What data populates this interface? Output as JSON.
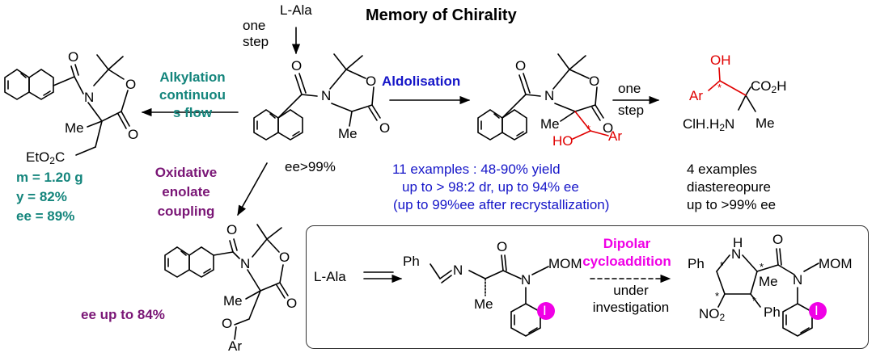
{
  "title": "Memory of Chirality",
  "start": {
    "material": "L-Ala",
    "step": [
      "one",
      "step"
    ],
    "ee": "ee>99%"
  },
  "alkylation": {
    "label": [
      "Alkylation",
      "continuou",
      "s flow"
    ],
    "results": [
      "m = 1.20 g",
      "y = 82%",
      "ee = 89%"
    ]
  },
  "oxidative": {
    "label": [
      "Oxidative",
      "enolate",
      "coupling"
    ],
    "result": "ee up to 84%"
  },
  "aldolisation": {
    "label": "Aldolisation",
    "results": [
      "11 examples : 48-90% yield",
      "up to > 98:2 dr,  up to 94% ee",
      "(up to 99%ee after recrystallization)"
    ]
  },
  "hydrolysis": {
    "step": [
      "one",
      "step"
    ],
    "results": [
      "4 examples",
      "diastereopure",
      "up to >99% ee"
    ]
  },
  "dipolar": {
    "start": "L-Ala",
    "label": [
      "Dipolar",
      "cycloaddition"
    ],
    "note": [
      "under",
      "investigation"
    ]
  },
  "atoms": {
    "O": "O",
    "N": "N",
    "Me": "Me",
    "OH": "OH",
    "HO": "HO",
    "Ar": "Ar",
    "EtO2C": "EtO",
    "CO2H": "CO",
    "ClH": "ClH.H",
    "Ph": "Ph",
    "MOM": "MOM",
    "I": "I",
    "H": "H",
    "NO2": "NO",
    "star": "*",
    "two": "2",
    "H_suffix": "H",
    "N_suffix": "N"
  },
  "colors": {
    "teal": "#14857c",
    "purple": "#7a1676",
    "blue": "#1515c8",
    "magenta": "#f000e6",
    "red": "#e00000"
  }
}
